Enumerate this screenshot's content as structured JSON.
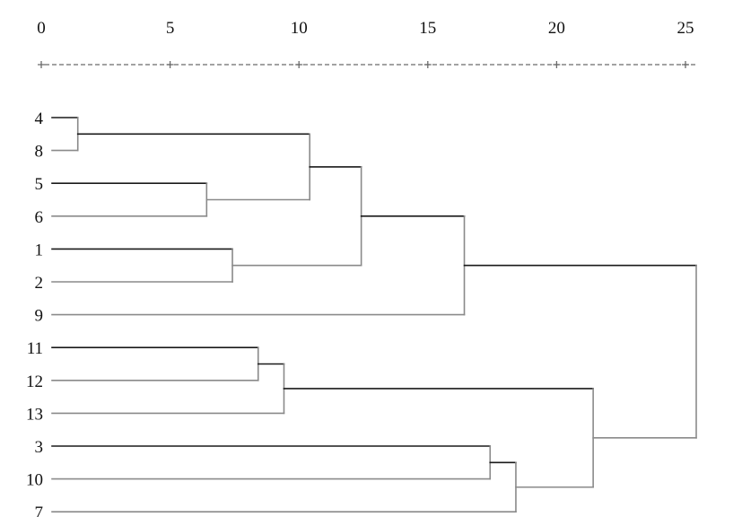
{
  "chart_data": {
    "type": "dendrogram",
    "orientation": "horizontal",
    "x_ticks": [
      "0",
      "5",
      "10",
      "15",
      "20",
      "25"
    ],
    "xlim": [
      0,
      25
    ],
    "scale_style": "dashed rule with + markers at each tick",
    "leaves": [
      "4",
      "8",
      "5",
      "6",
      "1",
      "2",
      "9",
      "11",
      "12",
      "13",
      "3",
      "10",
      "7"
    ],
    "merges": [
      {
        "a": "4",
        "b": "8",
        "distance": 1.0
      },
      {
        "a": "5",
        "b": "6",
        "distance": 6.0
      },
      {
        "a": "1",
        "b": "2",
        "distance": 7.0
      },
      {
        "a": "11",
        "b": "12",
        "distance": 8.0
      },
      {
        "a": "(4,8)",
        "b": "(5,6)",
        "distance": 10.0
      },
      {
        "a": "(11,12)",
        "b": "13",
        "distance": 9.0
      },
      {
        "a": "3",
        "b": "10",
        "distance": 17.0
      },
      {
        "a": "(4,8,5,6)",
        "b": "(1,2)",
        "distance": 12.0
      },
      {
        "a": "(4,8,5,6,1,2)",
        "b": "9",
        "distance": 16.0
      },
      {
        "a": "(3,10)",
        "b": "7",
        "distance": 18.0
      },
      {
        "a": "(11,12,13)",
        "b": "(3,10,7)",
        "distance": 21.0
      },
      {
        "a": "(4,8,5,6,1,2,9)",
        "b": "(11,12,13,3,10,7)",
        "distance": 25.0
      }
    ],
    "colors": {
      "branch_dark": "#1a1a1a",
      "branch_gray": "#8a8a8a",
      "scale": "#6a6a6a",
      "text": "#111111"
    }
  }
}
